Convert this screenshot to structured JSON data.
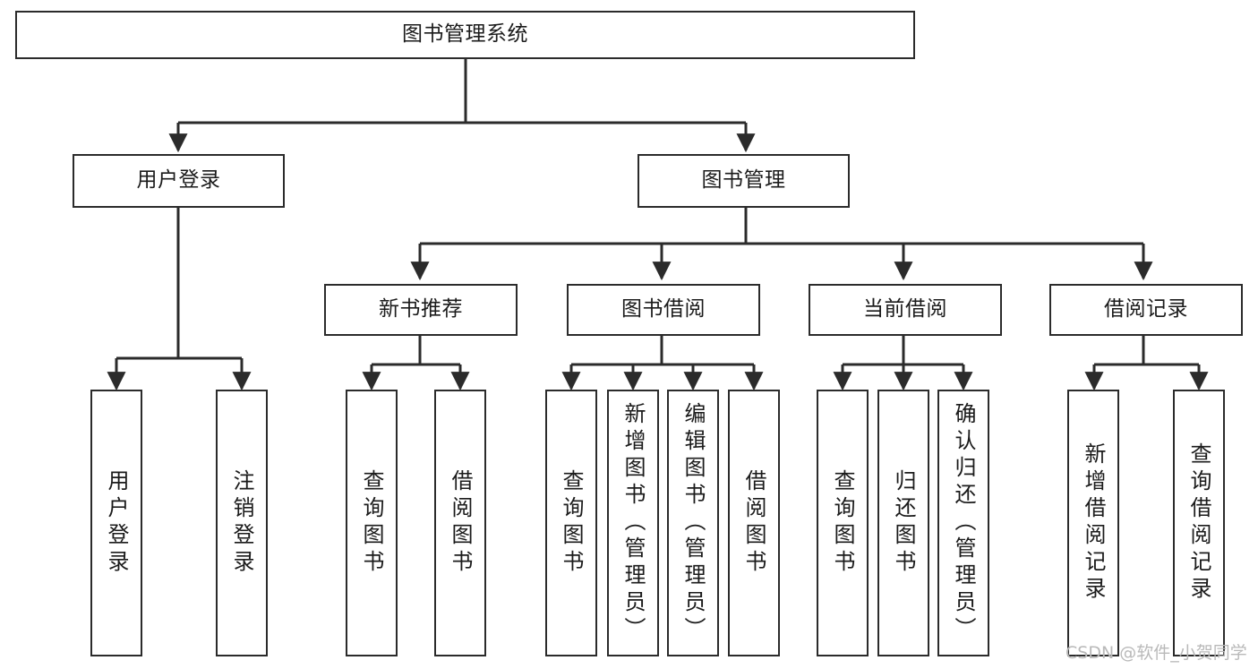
{
  "diagram": {
    "title": "图书管理系统",
    "type": "tree-hierarchy",
    "watermark": "CSDN @软件_小贺同学",
    "colors": {
      "stroke": "#2b2b2b",
      "fill": "#ffffff",
      "text": "#1b1b1b",
      "watermark": "#b9b9b9"
    }
  },
  "nodes": {
    "root": {
      "label": "图书管理系统"
    },
    "level2": [
      {
        "label": "用户登录"
      },
      {
        "label": "图书管理"
      }
    ],
    "level3": [
      {
        "label": "新书推荐"
      },
      {
        "label": "图书借阅"
      },
      {
        "label": "当前借阅"
      },
      {
        "label": "借阅记录"
      }
    ],
    "leaves_user_login": [
      {
        "label": "用户登录"
      },
      {
        "label": "注销登录"
      }
    ],
    "leaves_new_book": [
      {
        "label": "查询图书"
      },
      {
        "label": "借阅图书"
      }
    ],
    "leaves_borrow": [
      {
        "label": "查询图书"
      },
      {
        "label": "新增图书（管理员）"
      },
      {
        "label": "编辑图书（管理员）"
      },
      {
        "label": "借阅图书"
      }
    ],
    "leaves_current": [
      {
        "label": "查询图书"
      },
      {
        "label": "归还图书"
      },
      {
        "label": "确认归还（管理员）"
      }
    ],
    "leaves_records": [
      {
        "label": "新增借阅记录"
      },
      {
        "label": "查询借阅记录"
      }
    ]
  }
}
